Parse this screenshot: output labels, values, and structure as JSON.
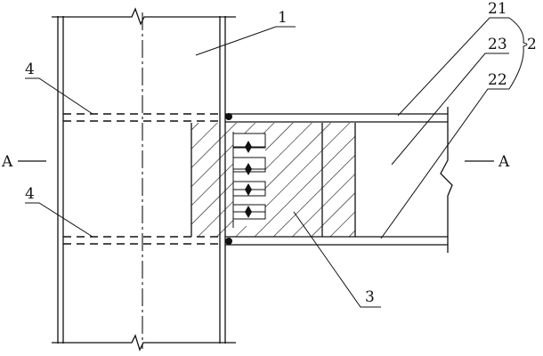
{
  "labels": {
    "column": "1",
    "beam": "2",
    "beam_top_flange": "21",
    "beam_web": "23",
    "beam_bottom_flange": "22",
    "connector": "3",
    "stiffener_upper": "4",
    "stiffener_lower": "4",
    "section_left": "A",
    "section_right": "A"
  },
  "colors": {
    "line": "#111111",
    "background": "#ffffff"
  }
}
